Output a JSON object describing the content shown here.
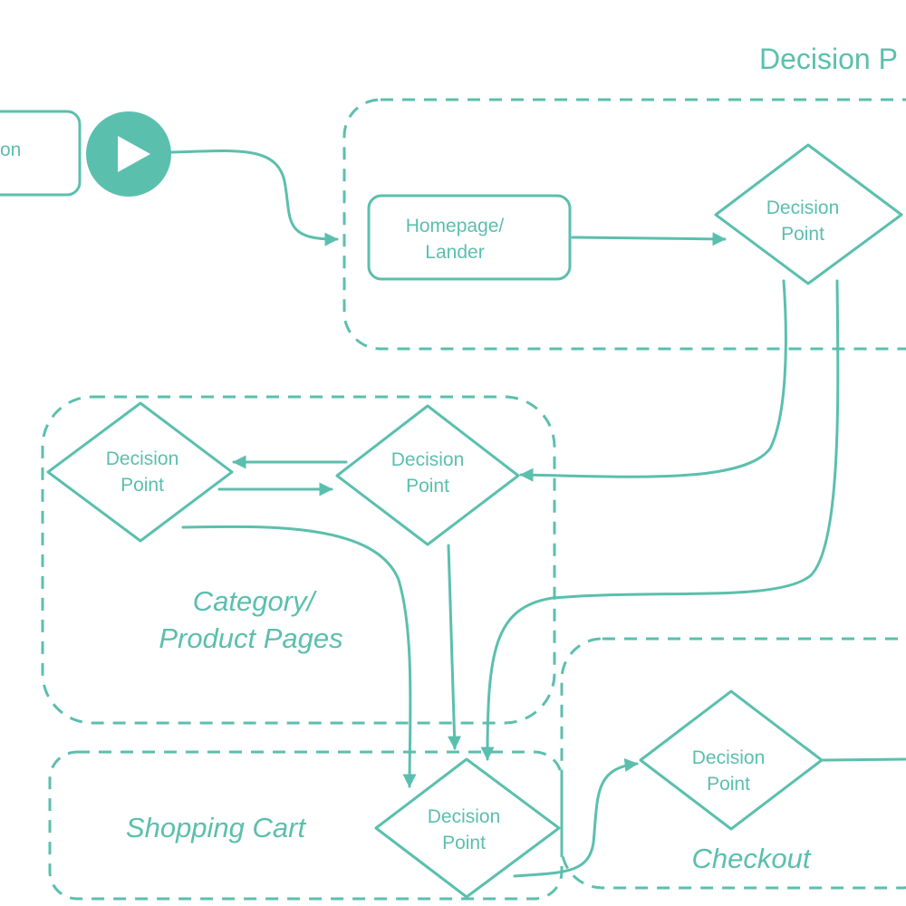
{
  "title": "Decision P",
  "nodes": {
    "start_box_text": "on",
    "homepage_line1": "Homepage/",
    "homepage_line2": "Lander",
    "decision_line1": "Decision",
    "decision_line2": "Point"
  },
  "groups": {
    "category_line1": "Category/",
    "category_line2": "Product Pages",
    "shopping_cart": "Shopping Cart",
    "checkout": "Checkout"
  },
  "colors": {
    "accent": "#5bbfae"
  },
  "icons": {
    "start": "play-icon"
  }
}
